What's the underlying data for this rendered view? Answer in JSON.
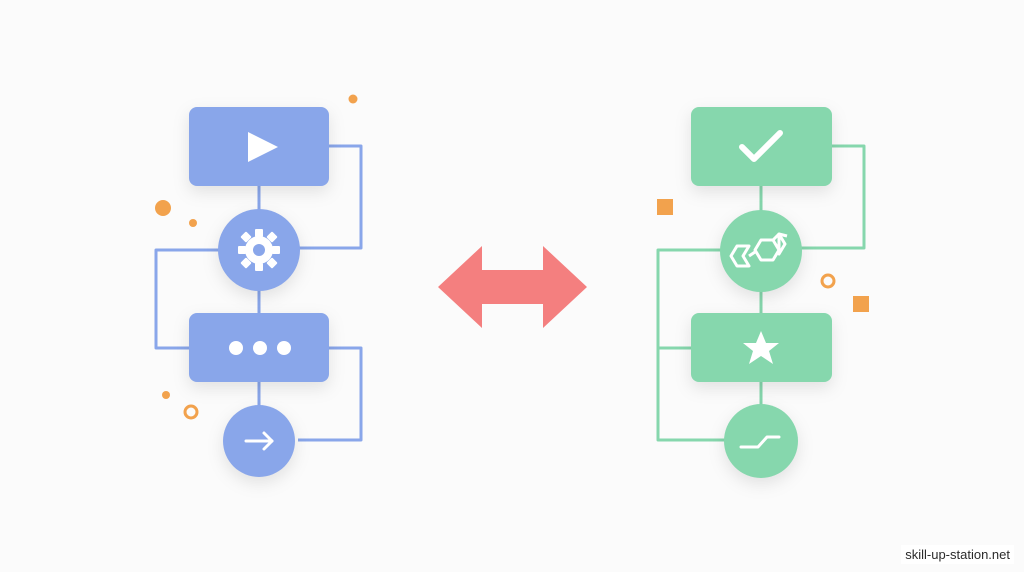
{
  "colors": {
    "background": "#fbfbfb",
    "left_flow": "#89a6ea",
    "right_flow": "#86d7ad",
    "arrow": "#f47f7f",
    "accent_dots": "#f2a24d",
    "icon_fill": "#ffffff"
  },
  "left_flow": {
    "nodes": [
      {
        "shape": "rounded-rect",
        "icon": "play-icon"
      },
      {
        "shape": "circle",
        "icon": "gear-icon"
      },
      {
        "shape": "rounded-rect",
        "icon": "ellipsis-icon"
      },
      {
        "shape": "circle",
        "icon": "arrow-right-icon"
      }
    ]
  },
  "right_flow": {
    "nodes": [
      {
        "shape": "rounded-rect",
        "icon": "check-icon"
      },
      {
        "shape": "circle",
        "icon": "hexagons-icon"
      },
      {
        "shape": "rounded-rect",
        "icon": "star-icon"
      },
      {
        "shape": "circle",
        "icon": "curve-line-icon"
      }
    ]
  },
  "center": {
    "icon": "double-arrow-icon"
  },
  "watermark": "skill-up-station.net"
}
